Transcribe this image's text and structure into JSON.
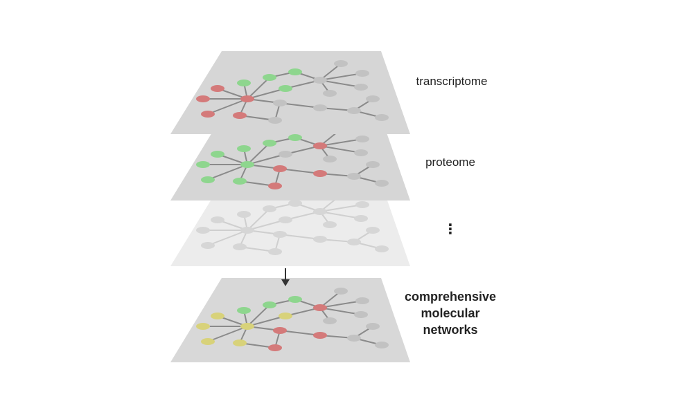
{
  "layers": [
    {
      "id": "transcriptome",
      "label": "transcriptome",
      "fill": "#d6d6d6",
      "node_colors": {
        "red": "#d47a7a",
        "green": "#8ed68e",
        "gray": "#c2c2c2"
      }
    },
    {
      "id": "proteome",
      "label": "proteome",
      "fill": "#d6d6d6",
      "node_colors": {
        "red": "#d47a7a",
        "green": "#8ed68e",
        "gray": "#c2c2c2"
      }
    },
    {
      "id": "ellipsis",
      "label": "⋮",
      "fill": "#ececec",
      "node_colors": {
        "gray": "#d6d6d6"
      }
    },
    {
      "id": "comprehensive",
      "label_lines": [
        "comprehensive",
        "molecular",
        "networks"
      ],
      "fill": "#d6d6d6",
      "node_colors": {
        "yellow": "#d8d27a",
        "green": "#8ed68e",
        "red": "#d47a7a",
        "gray": "#c2c2c2"
      }
    }
  ],
  "arrow": {
    "color": "#333333",
    "icon": "down-arrow-icon"
  },
  "edge_color": "#8a8a8a"
}
